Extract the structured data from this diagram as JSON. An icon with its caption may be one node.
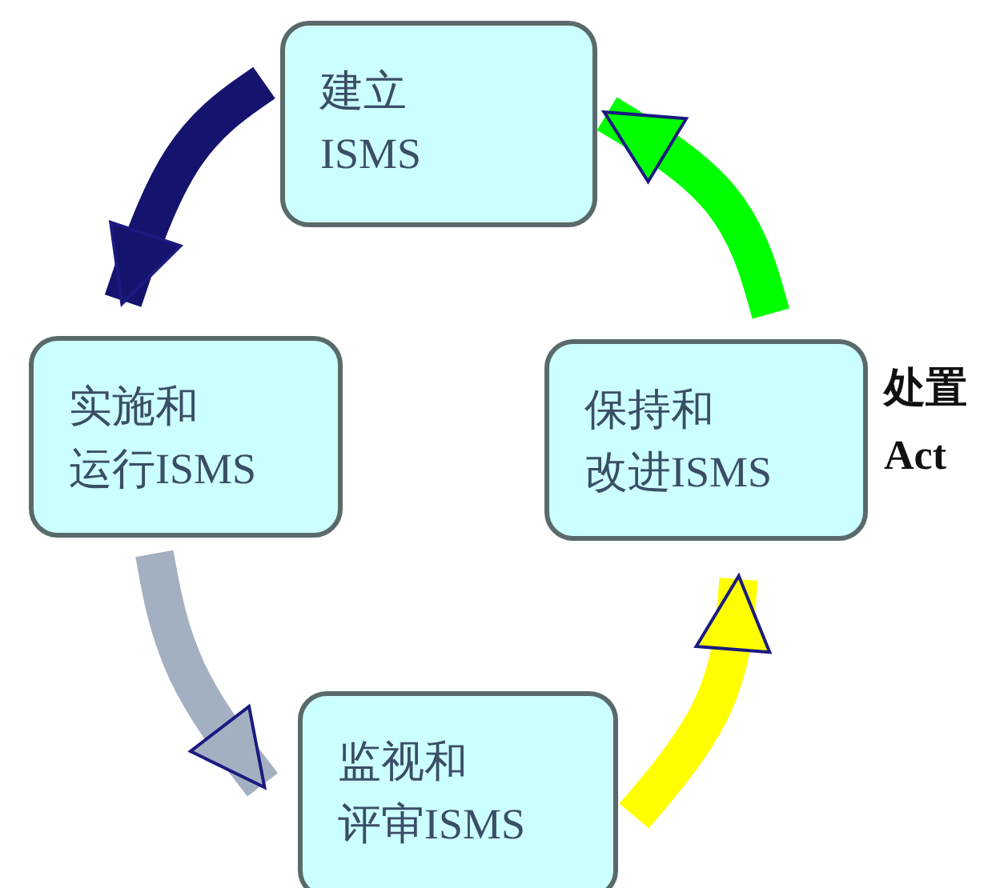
{
  "diagram": {
    "nodes": [
      {
        "text": [
          "建立ISMS"
        ]
      },
      {
        "text": [
          "实施和运行ISMS"
        ]
      },
      {
        "text": [
          "监视和评审ISMS"
        ]
      },
      {
        "text": [
          "保持和改进ISMS"
        ],
        "beside": [
          "处置 Act"
        ]
      }
    ],
    "edges": [
      {
        "from": 0,
        "to": 1,
        "arrow": "to",
        "color": "#14146e"
      },
      {
        "from": 1,
        "to": 2,
        "arrow": "to",
        "color": "#a3b0c2"
      },
      {
        "from": 2,
        "to": 3,
        "arrow": "to",
        "color": "#ffff00"
      },
      {
        "from": 3,
        "to": 0,
        "arrow": "to",
        "color": "#00ff00"
      }
    ]
  }
}
